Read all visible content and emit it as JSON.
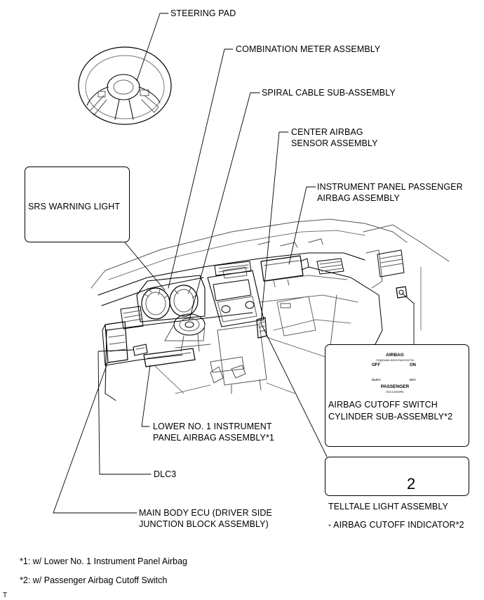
{
  "labels": {
    "steering_pad": "STEERING PAD",
    "combination_meter": "COMBINATION METER ASSEMBLY",
    "spiral_cable": "SPIRAL CABLE SUB-ASSEMBLY",
    "center_airbag_sensor_1": "CENTER AIRBAG",
    "center_airbag_sensor_2": "SENSOR ASSEMBLY",
    "passenger_airbag_1": "INSTRUMENT PANEL PASSENGER",
    "passenger_airbag_2": "AIRBAG ASSEMBLY",
    "srs_warning_light": "SRS WARNING LIGHT",
    "cutoff_switch_1": "AIRBAG CUTOFF SWITCH",
    "cutoff_switch_2": "CYLINDER SUB-ASSEMBLY*2",
    "lower_airbag_1": "LOWER NO. 1 INSTRUMENT",
    "lower_airbag_2": "PANEL AIRBAG ASSEMBLY*1",
    "dlc3": "DLC3",
    "main_body_ecu_1": "MAIN BODY ECU (DRIVER SIDE",
    "main_body_ecu_2": "JUNCTION BLOCK ASSEMBLY)",
    "telltale_1": "TELLTALE LIGHT ASSEMBLY",
    "telltale_2": "- AIRBAG CUTOFF INDICATOR*2"
  },
  "switch_face": {
    "top": "AIRBAG",
    "top_sub": "ПОДУШКА БЕЗОПАСНОСТИ",
    "off": "OFF",
    "on": "ON",
    "off_sub": "ВЫКЛ",
    "on_sub": "ВКЛ",
    "bottom": "PASSENGER",
    "bottom_sub": "ПАССАЖИРА"
  },
  "indicator_digit": "2",
  "notes": {
    "note1": "*1: w/ Lower No. 1 Instrument Panel Airbag",
    "note2": "*2: w/ Passenger Airbag Cutoff Switch",
    "corner": "T"
  }
}
